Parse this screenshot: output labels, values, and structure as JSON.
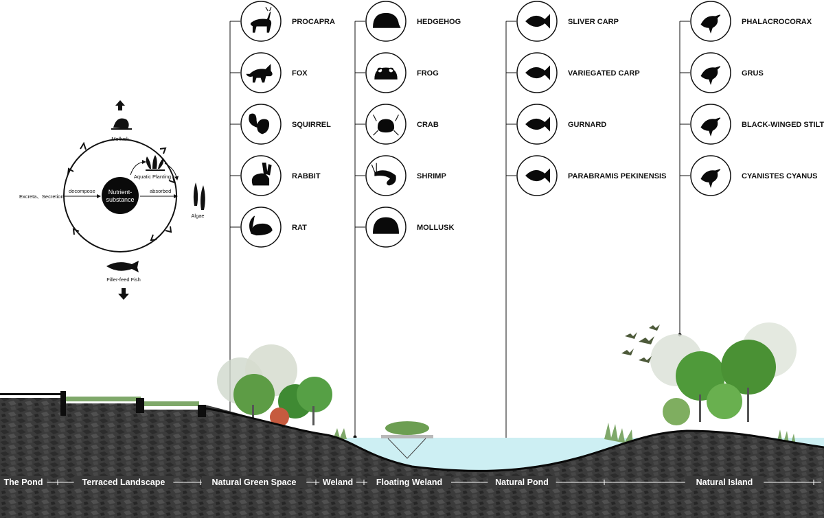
{
  "cycle": {
    "center_label_line1": "Nutrient-",
    "center_label_line2": "substance",
    "top_label": "Mollusk",
    "bottom_label": "Filler-feed Fish",
    "left_label": "Excreta、Secretion",
    "right_label": "Algae",
    "decompose_label": "decompose",
    "absorbed_label": "absorbed",
    "aquatic_label": "Aquatic Planting"
  },
  "species_columns": [
    {
      "items": [
        {
          "label": "PROCAPRA",
          "icon": "procapra-icon"
        },
        {
          "label": "FOX",
          "icon": "fox-icon"
        },
        {
          "label": "SQUIRREL",
          "icon": "squirrel-icon"
        },
        {
          "label": "RABBIT",
          "icon": "rabbit-icon"
        },
        {
          "label": "RAT",
          "icon": "rat-icon"
        }
      ]
    },
    {
      "items": [
        {
          "label": "HEDGEHOG",
          "icon": "hedgehog-icon"
        },
        {
          "label": "FROG",
          "icon": "frog-icon"
        },
        {
          "label": "CRAB",
          "icon": "crab-icon"
        },
        {
          "label": "SHRIMP",
          "icon": "shrimp-icon"
        },
        {
          "label": "MOLLUSK",
          "icon": "mollusk-icon"
        }
      ]
    },
    {
      "items": [
        {
          "label": "SLIVER CARP",
          "icon": "fish-icon"
        },
        {
          "label": "VARIEGATED CARP",
          "icon": "fish-icon"
        },
        {
          "label": "GURNARD",
          "icon": "fish-icon"
        },
        {
          "label": "PARABRAMIS PEKINENSIS",
          "icon": "fish-icon"
        }
      ]
    },
    {
      "items": [
        {
          "label": "PHALACROCORAX",
          "icon": "bird-icon"
        },
        {
          "label": "GRUS",
          "icon": "bird-icon"
        },
        {
          "label": "BLACK-WINGED STILT",
          "icon": "bird-icon"
        },
        {
          "label": "CYANISTES CYANUS",
          "icon": "bird-icon"
        }
      ]
    }
  ],
  "zones": [
    "The Pond",
    "Terraced Landscape",
    "Natural Green Space",
    "Weland",
    "Floating Weland",
    "Natural Pond",
    "Natural Island"
  ],
  "colors": {
    "ground": "#3a3a3a",
    "water": "#cdeff3",
    "tree_green": "#4f9a3a",
    "grass": "#6aa84f",
    "icon_black": "#0a0a0a"
  }
}
